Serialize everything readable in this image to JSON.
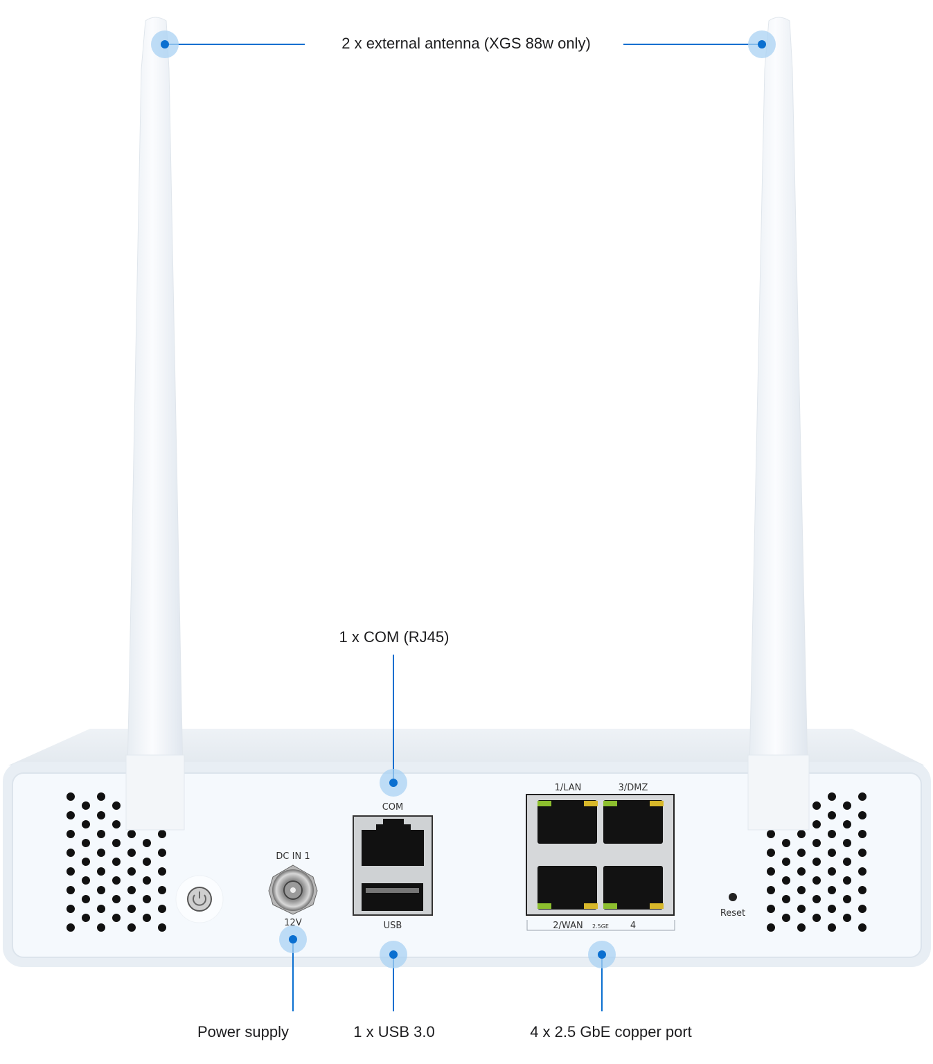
{
  "callouts": {
    "antenna": "2 x external antenna (XGS 88w only)",
    "com": "1 x COM (RJ45)",
    "power": "Power supply",
    "usb": "1 x USB 3.0",
    "copper": "4 x 2.5 GbE copper port"
  },
  "panel_labels": {
    "com": "COM",
    "usb": "USB",
    "dc_in": "DC IN 1",
    "voltage": "12V",
    "lan": "1/LAN",
    "dmz": "3/DMZ",
    "wan": "2/WAN",
    "speed": "2.5GE",
    "port4": "4",
    "reset": "Reset"
  },
  "colors": {
    "accent": "#0a6fd0",
    "halo": "#a9d1f3",
    "led_green": "#8dbf2e",
    "led_yellow": "#d8b82a"
  }
}
